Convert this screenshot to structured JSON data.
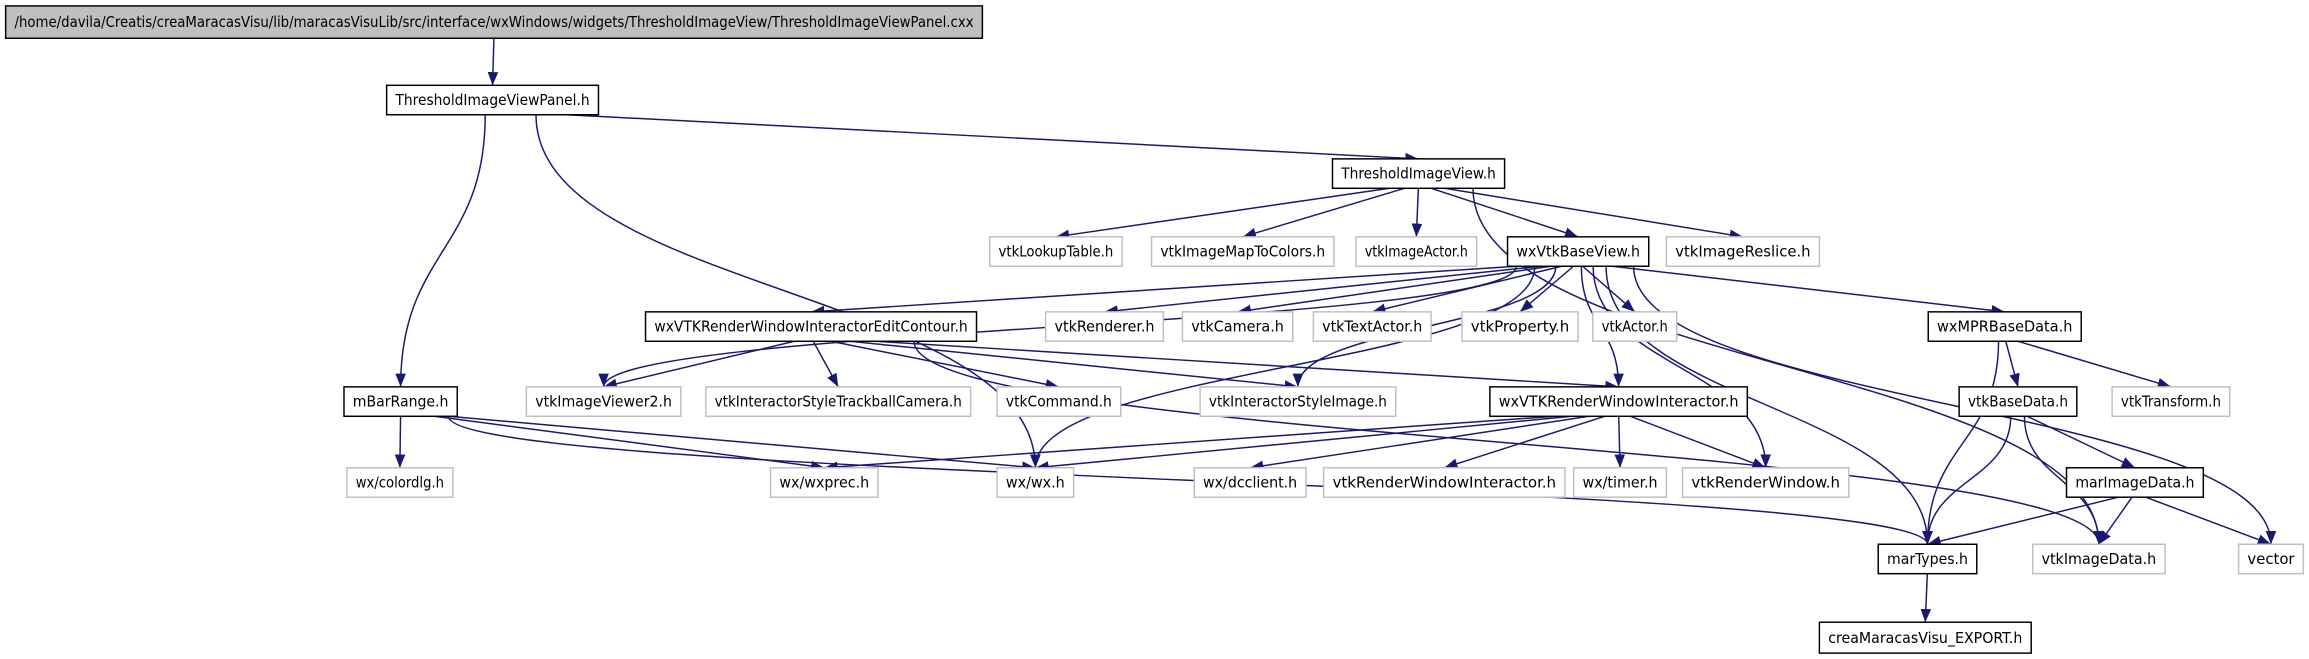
{
  "graph": {
    "type": "include-dependency-graph",
    "colors": {
      "edge": "#191970",
      "root_fill": "#bfbfbf",
      "documented_border": "#000000",
      "external_border": "#bfbfbf",
      "node_fill": "#ffffff"
    },
    "nodes": [
      {
        "id": "root",
        "label": "/home/davila/Creatis/creaMaracasVisu/lib/maracasVisuLib/src/interface/wxWindows/widgets/ThresholdImageView/ThresholdImageViewPanel.cxx",
        "kind": "root"
      },
      {
        "id": "panel",
        "label": "ThresholdImageViewPanel.h",
        "kind": "documented"
      },
      {
        "id": "tiv",
        "label": "ThresholdImageView.h",
        "kind": "documented"
      },
      {
        "id": "lut",
        "label": "vtkLookupTable.h",
        "kind": "external"
      },
      {
        "id": "imtc",
        "label": "vtkImageMapToColors.h",
        "kind": "external"
      },
      {
        "id": "imact",
        "label": "vtkImageActor.h",
        "kind": "external"
      },
      {
        "id": "wxvbv",
        "label": "wxVtkBaseView.h",
        "kind": "documented"
      },
      {
        "id": "resl",
        "label": "vtkImageReslice.h",
        "kind": "external"
      },
      {
        "id": "edit",
        "label": "wxVTKRenderWindowInteractorEditContour.h",
        "kind": "documented"
      },
      {
        "id": "rend",
        "label": "vtkRenderer.h",
        "kind": "external"
      },
      {
        "id": "cam",
        "label": "vtkCamera.h",
        "kind": "external"
      },
      {
        "id": "txt",
        "label": "vtkTextActor.h",
        "kind": "external"
      },
      {
        "id": "prop",
        "label": "vtkProperty.h",
        "kind": "external"
      },
      {
        "id": "act",
        "label": "vtkActor.h",
        "kind": "external"
      },
      {
        "id": "mpr",
        "label": "wxMPRBaseData.h",
        "kind": "documented"
      },
      {
        "id": "mbar",
        "label": "mBarRange.h",
        "kind": "documented"
      },
      {
        "id": "iv2",
        "label": "vtkImageViewer2.h",
        "kind": "external"
      },
      {
        "id": "tbc",
        "label": "vtkInteractorStyleTrackballCamera.h",
        "kind": "external"
      },
      {
        "id": "cmd",
        "label": "vtkCommand.h",
        "kind": "external"
      },
      {
        "id": "isi",
        "label": "vtkInteractorStyleImage.h",
        "kind": "external"
      },
      {
        "id": "rwi",
        "label": "wxVTKRenderWindowInteractor.h",
        "kind": "documented"
      },
      {
        "id": "bdata",
        "label": "vtkBaseData.h",
        "kind": "documented"
      },
      {
        "id": "xform",
        "label": "vtkTransform.h",
        "kind": "external"
      },
      {
        "id": "cdlg",
        "label": "wx/colordlg.h",
        "kind": "external"
      },
      {
        "id": "prec",
        "label": "wx/wxprec.h",
        "kind": "external"
      },
      {
        "id": "wxh",
        "label": "wx/wx.h",
        "kind": "external"
      },
      {
        "id": "dcc",
        "label": "wx/dcclient.h",
        "kind": "external"
      },
      {
        "id": "vrwi",
        "label": "vtkRenderWindowInteractor.h",
        "kind": "external"
      },
      {
        "id": "timer",
        "label": "wx/timer.h",
        "kind": "external"
      },
      {
        "id": "rwin",
        "label": "vtkRenderWindow.h",
        "kind": "external"
      },
      {
        "id": "marimg",
        "label": "marImageData.h",
        "kind": "documented"
      },
      {
        "id": "martypes",
        "label": "marTypes.h",
        "kind": "documented"
      },
      {
        "id": "imdata",
        "label": "vtkImageData.h",
        "kind": "external"
      },
      {
        "id": "vec",
        "label": "vector",
        "kind": "external"
      },
      {
        "id": "export",
        "label": "creaMaracasVisu_EXPORT.h",
        "kind": "documented"
      }
    ],
    "edges": [
      [
        "root",
        "panel"
      ],
      [
        "panel",
        "tiv"
      ],
      [
        "panel",
        "mbar"
      ],
      [
        "panel",
        "wxh"
      ],
      [
        "tiv",
        "lut"
      ],
      [
        "tiv",
        "imtc"
      ],
      [
        "tiv",
        "imact"
      ],
      [
        "tiv",
        "wxvbv"
      ],
      [
        "tiv",
        "resl"
      ],
      [
        "tiv",
        "imdata"
      ],
      [
        "wxvbv",
        "edit"
      ],
      [
        "wxvbv",
        "rend"
      ],
      [
        "wxvbv",
        "cam"
      ],
      [
        "wxvbv",
        "txt"
      ],
      [
        "wxvbv",
        "prop"
      ],
      [
        "wxvbv",
        "act"
      ],
      [
        "wxvbv",
        "mpr"
      ],
      [
        "wxvbv",
        "iv2"
      ],
      [
        "wxvbv",
        "isi"
      ],
      [
        "wxvbv",
        "rwi"
      ],
      [
        "wxvbv",
        "wxh"
      ],
      [
        "wxvbv",
        "rwin"
      ],
      [
        "wxvbv",
        "martypes"
      ],
      [
        "wxvbv",
        "vec"
      ],
      [
        "edit",
        "iv2"
      ],
      [
        "edit",
        "tbc"
      ],
      [
        "edit",
        "cmd"
      ],
      [
        "edit",
        "isi"
      ],
      [
        "edit",
        "rwi"
      ],
      [
        "edit",
        "imdata"
      ],
      [
        "mbar",
        "cdlg"
      ],
      [
        "mbar",
        "prec"
      ],
      [
        "mbar",
        "wxh"
      ],
      [
        "mbar",
        "martypes"
      ],
      [
        "rwi",
        "prec"
      ],
      [
        "rwi",
        "wxh"
      ],
      [
        "rwi",
        "dcc"
      ],
      [
        "rwi",
        "vrwi"
      ],
      [
        "rwi",
        "timer"
      ],
      [
        "rwi",
        "rwin"
      ],
      [
        "mpr",
        "bdata"
      ],
      [
        "mpr",
        "xform"
      ],
      [
        "mpr",
        "martypes"
      ],
      [
        "bdata",
        "marimg"
      ],
      [
        "bdata",
        "martypes"
      ],
      [
        "bdata",
        "imdata"
      ],
      [
        "marimg",
        "martypes"
      ],
      [
        "marimg",
        "imdata"
      ],
      [
        "marimg",
        "vec"
      ],
      [
        "martypes",
        "export"
      ]
    ]
  }
}
